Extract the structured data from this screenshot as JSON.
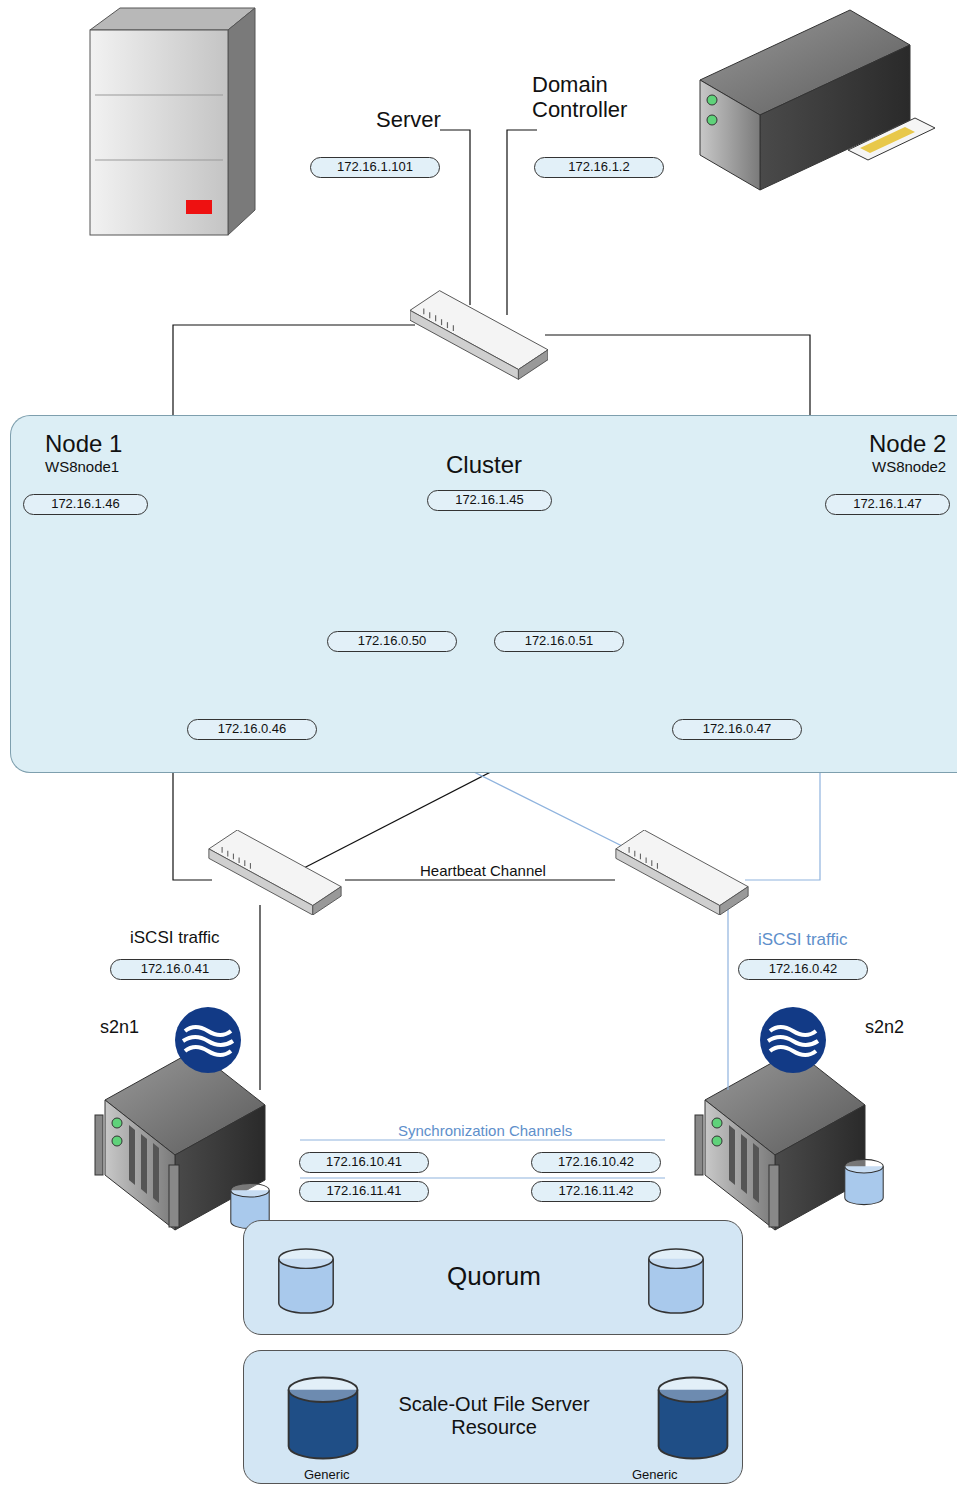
{
  "diagram": {
    "nodes": [
      {
        "text": [
          "172.16.1.101"
        ]
      },
      {
        "text": [
          "172.16.1.2"
        ]
      },
      {
        "text": [
          "Cluster"
        ]
      },
      {
        "text": [
          "172.16.1.46"
        ],
        "in": 2
      },
      {
        "text": [
          "172.16.1.45"
        ],
        "in": 2
      },
      {
        "text": [
          "172.16.1.47"
        ],
        "in": 2
      },
      {
        "text": [
          "172.16.0.50"
        ],
        "in": 2
      },
      {
        "text": [
          "172.16.0.51"
        ],
        "in": 2
      },
      {
        "text": [
          "172.16.0.46"
        ],
        "in": 2
      },
      {
        "text": [
          "172.16.0.47"
        ],
        "in": 2
      },
      {
        "text": [
          "172.16.0.41"
        ]
      },
      {
        "text": [
          "172.16.0.42"
        ]
      },
      {
        "text": [
          "172.16.10.41"
        ]
      },
      {
        "text": [
          "172.16.10.42"
        ]
      },
      {
        "text": [
          "172.16.11.41"
        ]
      },
      {
        "text": [
          "172.16.11.42"
        ]
      },
      {
        "text": [
          "Quorum"
        ]
      },
      {
        "text": [
          "Scale-Out File Server Resource"
        ]
      }
    ],
    "labels": [
      "Server",
      "Domain Controller",
      "Node 1",
      "WS8node1",
      "Node 2",
      "WS8node2",
      "Heartbeat Channel",
      "iSCSI traffic",
      "iSCSI traffic",
      "s2n1",
      "s2n2",
      "Synchronization Channels",
      "Generic",
      "Generic"
    ]
  }
}
